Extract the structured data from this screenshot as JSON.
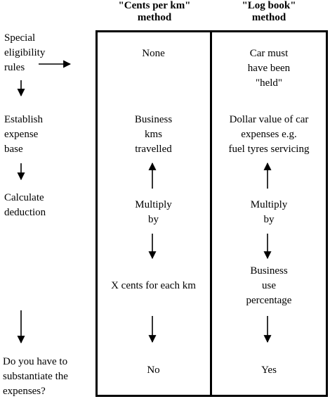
{
  "headers": {
    "cents_line1": "\"Cents per km\"",
    "cents_line2": "method",
    "log_line1": "\"Log book\"",
    "log_line2": "method"
  },
  "rows": {
    "eligibility": {
      "label": [
        "Special",
        "eligibility",
        "rules"
      ],
      "cents": [
        "None"
      ],
      "log": [
        "Car must",
        "have been",
        "\"held\""
      ]
    },
    "expense_base": {
      "label": [
        "Establish",
        "expense",
        "base"
      ],
      "cents": [
        "Business",
        "kms",
        "travelled"
      ],
      "log": [
        "Dollar value of car",
        "expenses e.g.",
        "fuel  tyres  servicing"
      ]
    },
    "deduction": {
      "label": [
        "Calculate",
        "deduction"
      ],
      "cents_multiply": [
        "Multiply",
        "by"
      ],
      "log_multiply": [
        "Multiply",
        "by"
      ],
      "cents_rate": "X cents for each km",
      "log_rate": [
        "Business",
        "use",
        "percentage"
      ]
    },
    "substantiate": {
      "label": [
        "Do you have to",
        "substantiate the",
        "expenses?"
      ],
      "cents": "No",
      "log": "Yes"
    }
  }
}
